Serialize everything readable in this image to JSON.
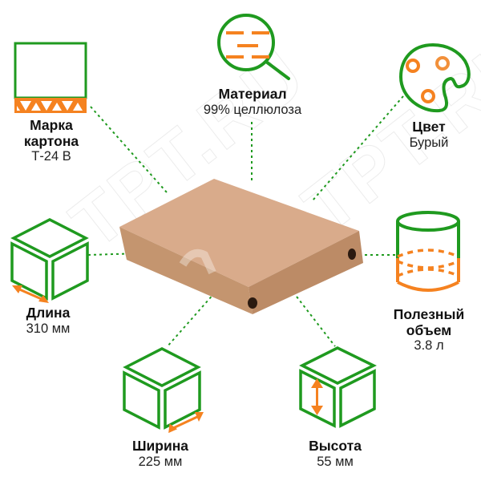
{
  "colors": {
    "green": "#1f9a1f",
    "orange": "#f58220",
    "box_top": "#d7a888",
    "box_side": "#c99a78",
    "box_front": "#bd8e6c"
  },
  "watermark": {
    "text": "TPT.RU"
  },
  "features": [
    {
      "id": "grade",
      "icon": "corrugated-board-icon",
      "title": "Марка",
      "title2": "картона",
      "value": "Т-24 В"
    },
    {
      "id": "material",
      "icon": "magnifier-icon",
      "title": "Материал",
      "value": "99% целлюлоза"
    },
    {
      "id": "color",
      "icon": "palette-icon",
      "title": "Цвет",
      "value": "Бурый"
    },
    {
      "id": "length",
      "icon": "cube-length-icon",
      "title": "Длина",
      "value": "310 мм"
    },
    {
      "id": "volume",
      "icon": "cylinder-volume-icon",
      "title": "Полезный",
      "title2": "объем",
      "value": "3.8 л"
    },
    {
      "id": "width",
      "icon": "cube-width-icon",
      "title": "Ширина",
      "value": "225 мм"
    },
    {
      "id": "height",
      "icon": "cube-height-icon",
      "title": "Высота",
      "value": "55 мм"
    }
  ],
  "product": {
    "name": "cardboard-box"
  }
}
